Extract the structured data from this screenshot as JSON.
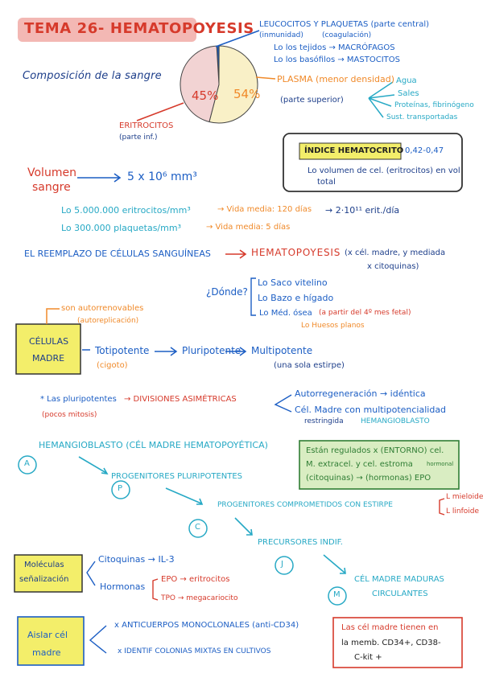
{
  "title": "TEMA 26- HEMATOPOYESIS",
  "composition": {
    "label": "Composición de la sangre",
    "pie": {
      "erythro_pct": "45%",
      "plasma_pct": "54%",
      "erythro_fraction": 0.45,
      "plasma_fraction": 0.54,
      "leuco_fraction": 0.01
    },
    "leucocitos": "LEUCOCITOS Y PLAQUETAS (parte central)",
    "leucocitos_sub1": "(inmunidad)",
    "leucocitos_sub2": "(coagulación)",
    "tejidos1": "Lo los tejidos → MACRÓFAGOS",
    "tejidos2": "Lo los basófilos → MASTOCITOS",
    "plasma": "PLASMA (menor densidad)",
    "plasma_sub": "(parte superior)",
    "plasma_items": [
      "Agua",
      "Sales",
      "Proteínas, fibrinógeno",
      "Sust. transportadas"
    ],
    "eritrocitos": "ERITROCITOS",
    "eritrocitos_sub": "(parte inf.)"
  },
  "hematocrito": {
    "label": "ÍNDICE HEMATOCRITO",
    "value": "0,42-0,47",
    "desc1": "Lo volumen de cel. (eritrocitos) en vol",
    "desc2": "total"
  },
  "volumen": {
    "label1": "Volumen",
    "label2": "sangre",
    "value": "5 x 10⁶ mm³",
    "line1a": "Lo 5.000.000 eritrocitos/mm³",
    "line1b": "→ Vida media: 120 días",
    "line1c": "→ 2·10¹¹ erit./día",
    "line2a": "Lo 300.000 plaquetas/mm³",
    "line2b": "→ Vida media: 5 días"
  },
  "reemplazo": {
    "text": "EL REEMPLAZO DE CÉLULAS SANGUÍNEAS",
    "result": "HEMATOPOYESIS",
    "note1": "(x cél. madre, y mediada",
    "note2": "x citoquinas)"
  },
  "donde": {
    "q": "¿Dónde?",
    "items": [
      "Lo Saco vitelino",
      "Lo Bazo e hígado",
      "Lo Méd. ósea"
    ],
    "note": "(a partir del 4º mes fetal)",
    "note2": "Lo Huesos planos"
  },
  "madre": {
    "box": [
      "CÉLULAS",
      "MADRE"
    ],
    "auto": "son autorrenovables",
    "auto2": "(autoreplicación)",
    "totipotente": "Totipotente",
    "cigoto": "(cigoto)",
    "pluripotente": "Pluripotente",
    "multipotente": "Multipotente",
    "multi_sub": "(una sola estirpe)"
  },
  "pluri": {
    "text": "* Las pluripotentes",
    "sub": "(pocos mitosis)",
    "div": "→ DIVISIONES ASIMÉTRICAS",
    "auto": "Autorregeneración → idéntica",
    "cel": "Cél. Madre con multipotencialidad",
    "cel2": "restringida",
    "heman": "HEMANGIOBLASTO"
  },
  "flow": {
    "a": "HEMANGIOBLASTO (CÉL MADRE HEMATOPOYÉTICA)",
    "p": "PROGENITORES PLURIPOTENTES",
    "c": "PROGENITORES COMPROMETIDOS CON ESTIRPE",
    "c_opt1": "L mieloide",
    "c_opt2": "L linfoide",
    "j": "PRECURSORES INDIF.",
    "m": "CÉL MADRE MADURAS",
    "m2": "CIRCULANTES",
    "letters": [
      "A",
      "P",
      "C",
      "J",
      "M"
    ]
  },
  "regulados": {
    "l1": "Están regulados x (ENTORNO) cel.",
    "l2": "M. extracel. y cel. estroma",
    "l3": "(citoquinas) → (hormonas) EPO",
    "side": "hormonal"
  },
  "moleculas": {
    "box": [
      "Moléculas",
      "señalización"
    ],
    "cito": "Citoquinas → IL-3",
    "horm": "Hormonas",
    "epo": "EPO → eritrocitos",
    "tpo": "TPO → megacariocito"
  },
  "aislar": {
    "box": [
      "Aislar cél",
      "madre"
    ],
    "item1": "x ANTICUERPOS MONOCLONALES (anti-CD34)",
    "item2": "x IDENTIF COLONIAS MIXTAS EN CULTIVOS"
  },
  "nota": {
    "l1": "Las cél madre tienen en",
    "l2": "la memb. CD34+, CD38-",
    "l3": "C-kit +"
  },
  "colors": {
    "blue": "#1c5ec4",
    "red": "#d63a2b",
    "orange": "#f08a2a",
    "teal": "#27a9c5",
    "title_bg": "#f3b8b4",
    "yellow": "#f3ee6a",
    "green_bg": "#d9edc2",
    "pie_plasma": "#f9f0c7",
    "pie_erythro": "#f2d3d3"
  }
}
